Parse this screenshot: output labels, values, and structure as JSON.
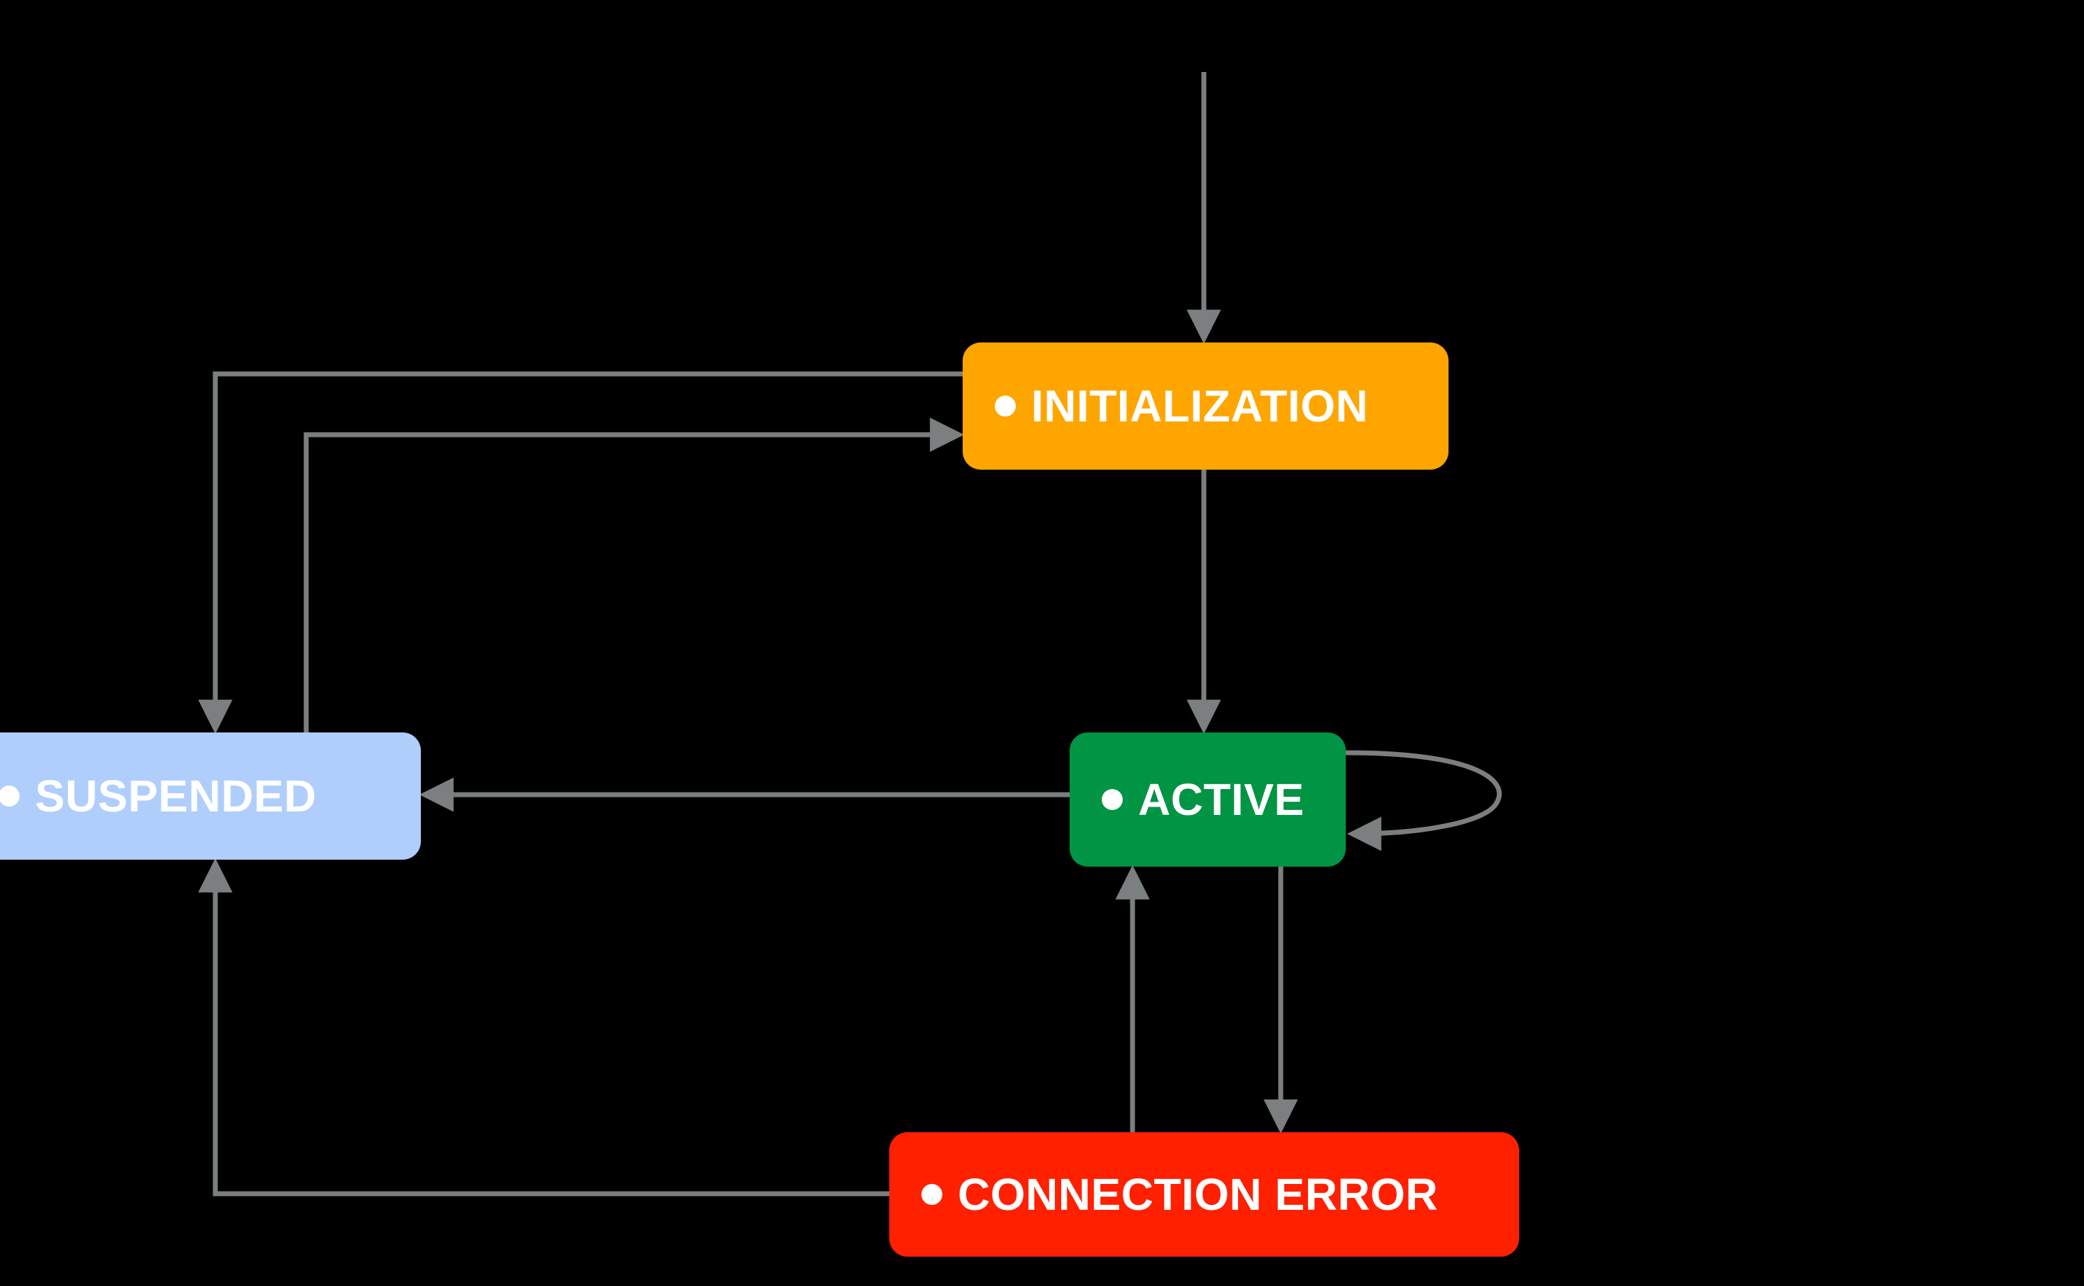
{
  "diagram": {
    "type": "state-machine-diagram",
    "title": "",
    "background_color": "#000000",
    "edge_color": "#7b7f80",
    "text_color": "#ffffff",
    "states": [
      {
        "id": "initialization",
        "label": "INITIALIZATION",
        "bullet": "status-dot-icon",
        "color": "#ffa500"
      },
      {
        "id": "suspended",
        "label": "SUSPENDED",
        "bullet": "status-dot-icon",
        "color": "#b0cefb"
      },
      {
        "id": "active",
        "label": "ACTIVE",
        "bullet": "status-dot-icon",
        "color": "#009444"
      },
      {
        "id": "connection_error",
        "label": "CONNECTION ERROR",
        "bullet": "status-dot-icon",
        "color": "#ff2000"
      }
    ],
    "transitions": [
      {
        "from": "start",
        "to": "initialization",
        "label": ""
      },
      {
        "from": "initialization",
        "to": "active",
        "label": ""
      },
      {
        "from": "initialization",
        "to": "suspended",
        "label": ""
      },
      {
        "from": "suspended",
        "to": "initialization",
        "label": ""
      },
      {
        "from": "active",
        "to": "suspended",
        "label": ""
      },
      {
        "from": "active",
        "to": "active",
        "label": ""
      },
      {
        "from": "active",
        "to": "connection_error",
        "label": ""
      },
      {
        "from": "connection_error",
        "to": "active",
        "label": ""
      },
      {
        "from": "connection_error",
        "to": "suspended",
        "label": ""
      }
    ]
  }
}
